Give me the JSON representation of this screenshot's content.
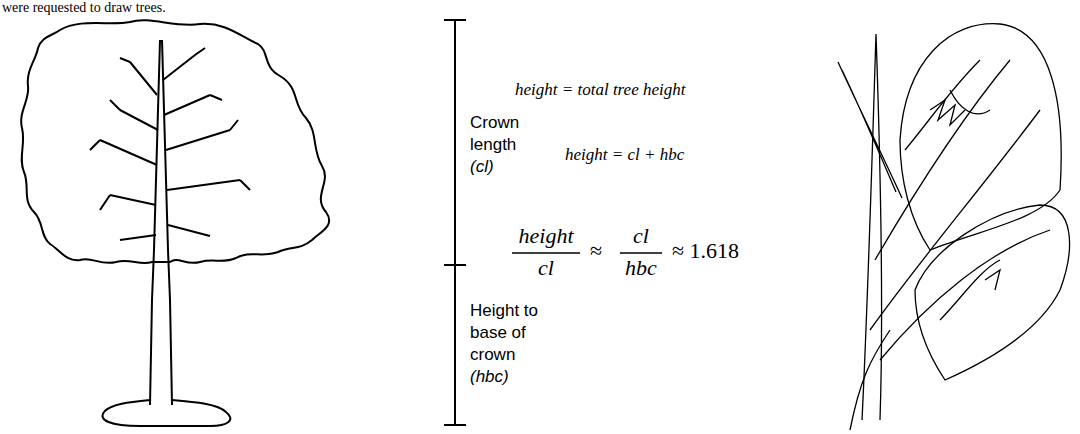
{
  "diagram": {
    "labels": [
      "were requested to draw trees.",
      "Crown length",
      "(cl)",
      "Height to base of crown",
      "(hbc)",
      "height = total tree height",
      "height = cl + hbc",
      "height",
      "cl",
      "≈",
      "cl",
      "hbc",
      "≈ 1.618"
    ]
  }
}
